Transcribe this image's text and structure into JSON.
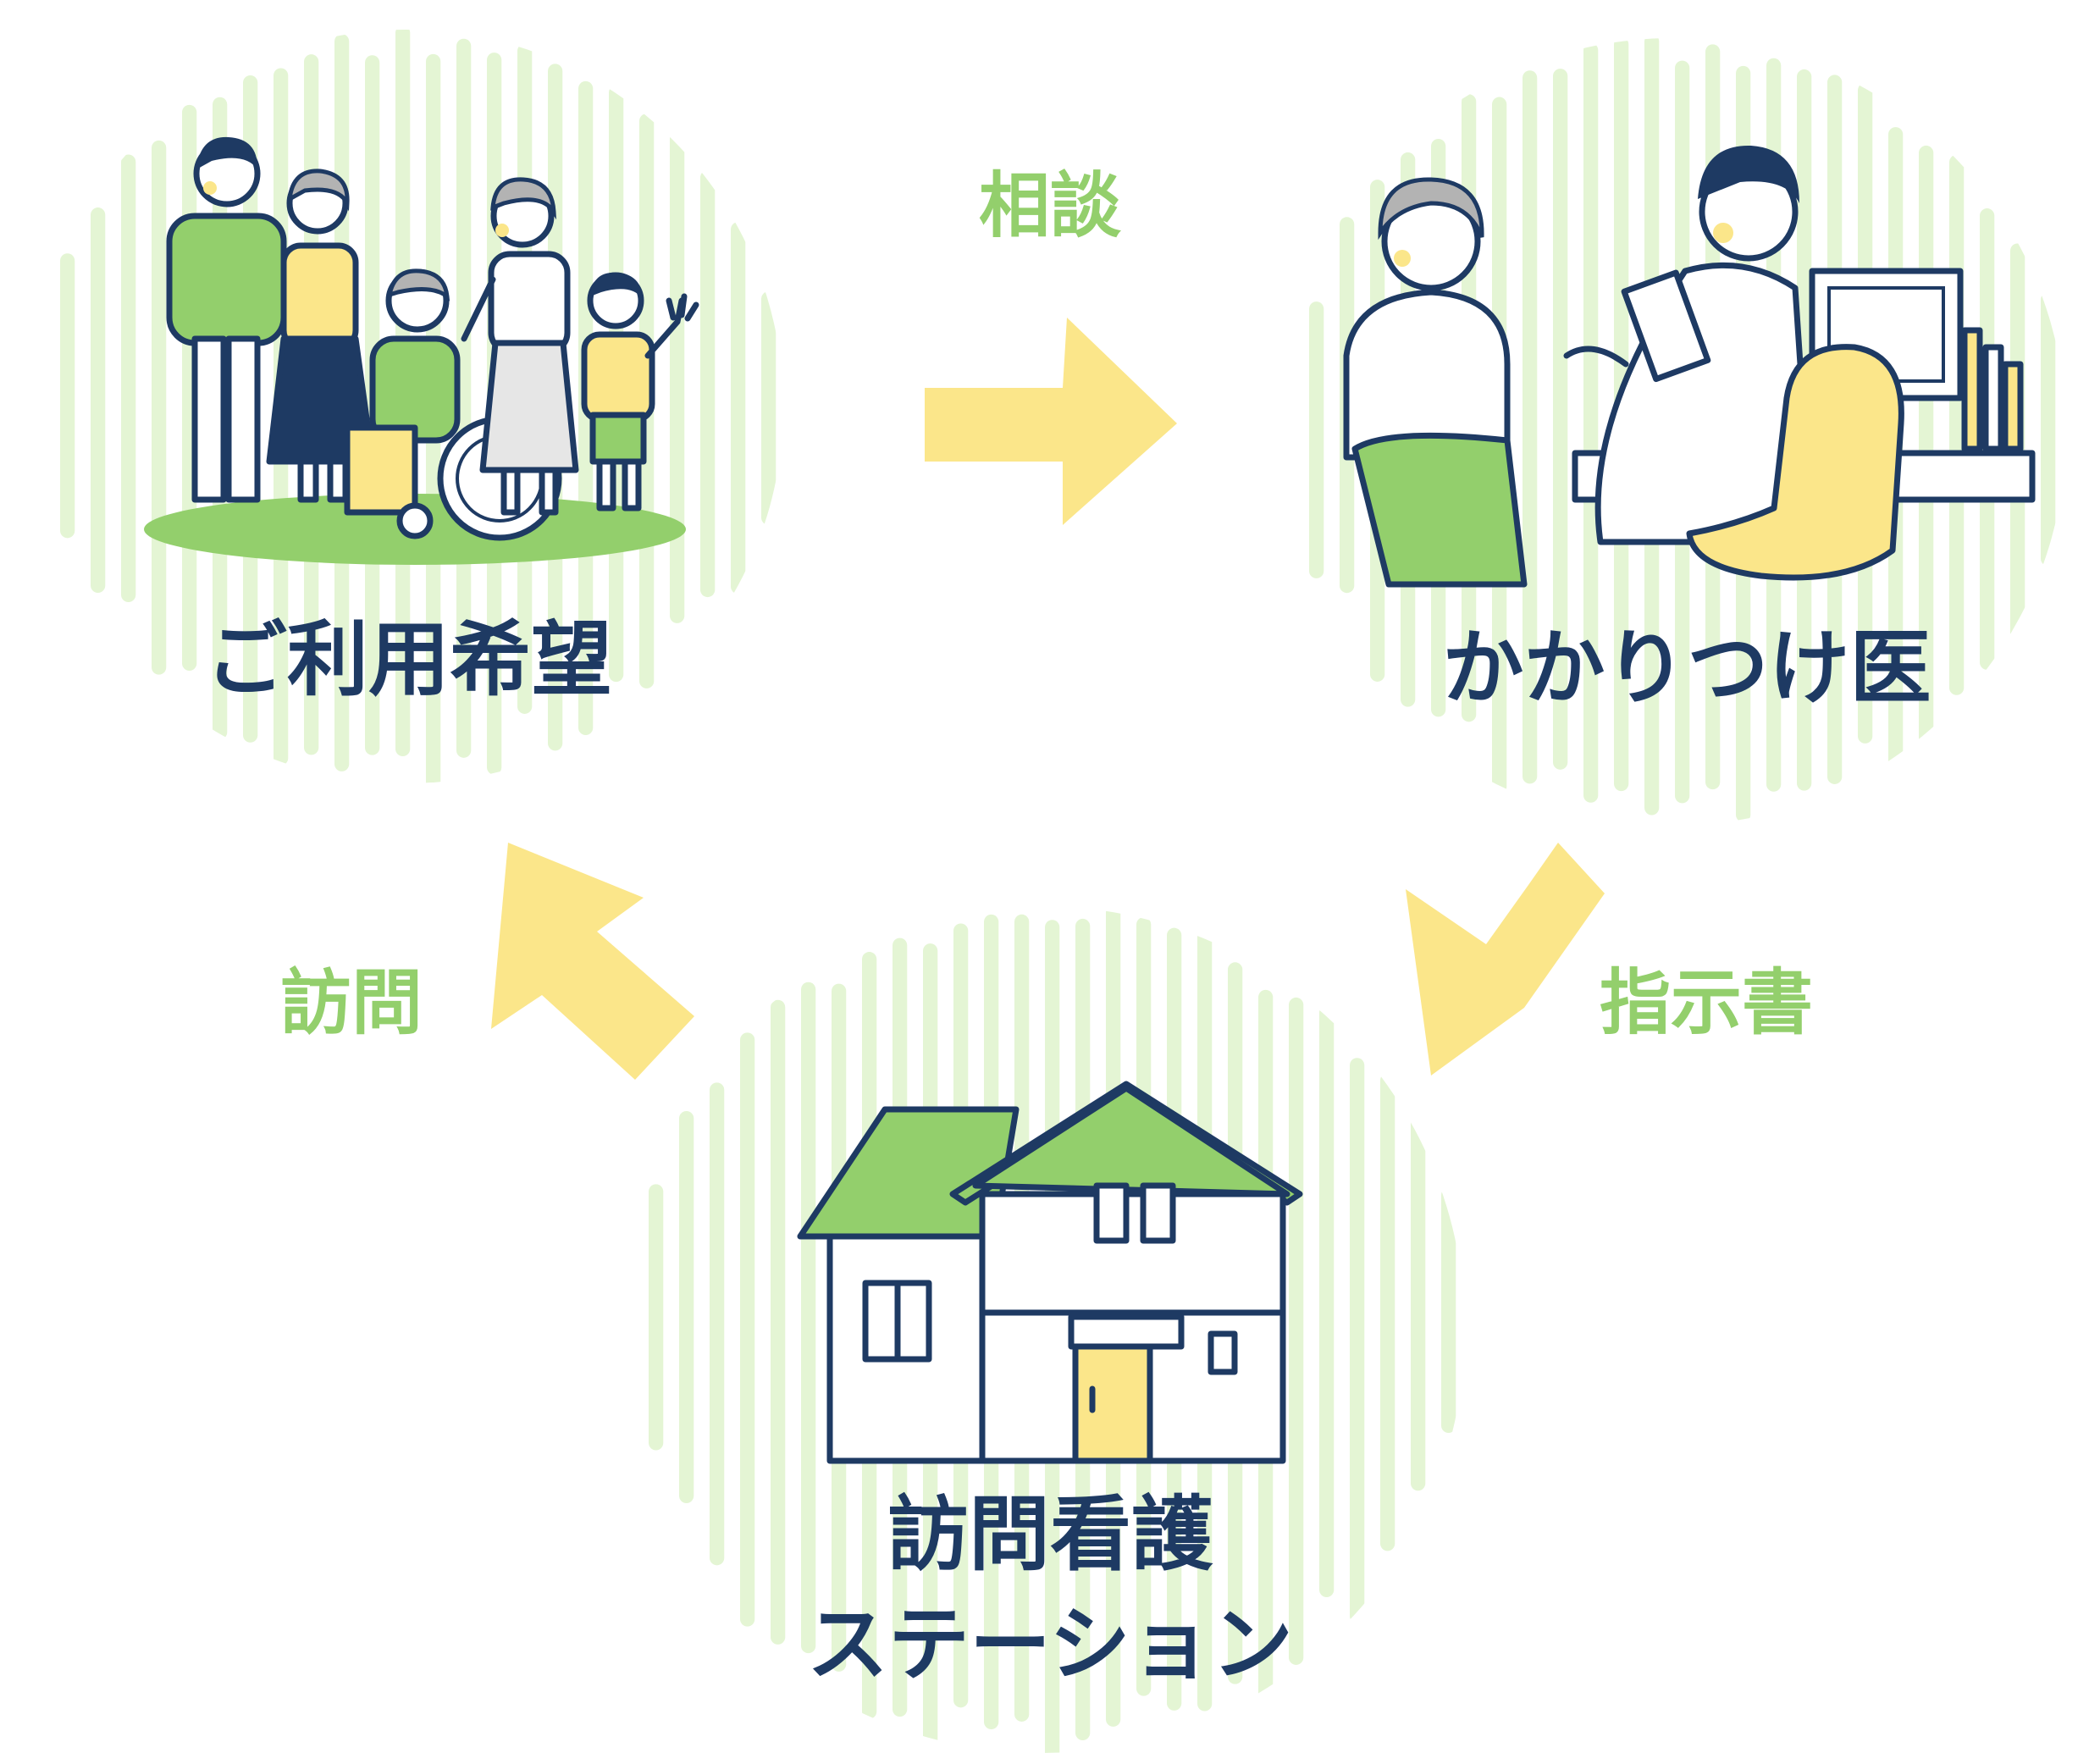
{
  "nodes": {
    "user": {
      "label": "ご利用希望",
      "icon": "family-with-wheelchair-icon"
    },
    "doctor": {
      "label": "かかりつけ医",
      "icon": "doctor-consultation-icon"
    },
    "station": {
      "line1": "訪問看護",
      "line2": "ステーション",
      "icon": "house-icon"
    }
  },
  "edges": {
    "consult": {
      "label": "相談"
    },
    "instruction": {
      "label": "指示書"
    },
    "visit": {
      "label": "訪問"
    }
  },
  "colors": {
    "stripe": "#e4f5d4",
    "arrow": "#fbe68a",
    "accent_green": "#93cf6c",
    "navy": "#1e3a63",
    "white": "#ffffff"
  }
}
